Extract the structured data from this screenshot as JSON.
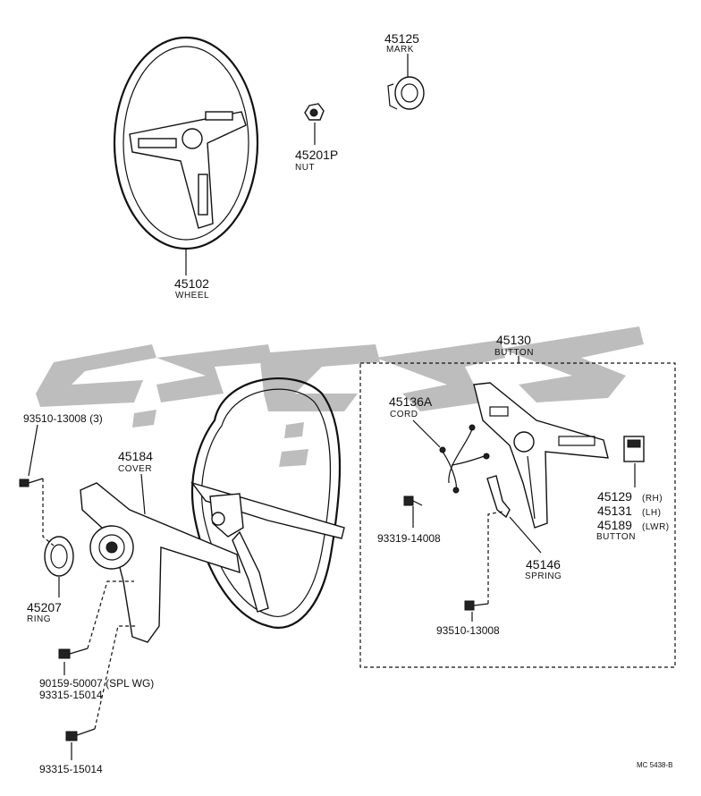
{
  "labels": {
    "p45125": "45125",
    "p45125_sub": "MARK",
    "p45201p": "45201P",
    "p45201p_sub": "NUT",
    "p45102": "45102",
    "p45102_sub": "WHEEL",
    "p45130": "45130",
    "p45130_sub": "BUTTON",
    "p45136a": "45136A",
    "p45136a_sub": "CORD",
    "p93510_3": "93510-13008 (3)",
    "p45184": "45184",
    "p45184_sub": "COVER",
    "p45129": "45129",
    "p45129_sub": "(RH)",
    "p45131": "45131",
    "p45131_sub": "(LH)",
    "p45189": "45189",
    "p45189_sub": "(LWR)",
    "p45189_sub2": "BUTTON",
    "p93319": "93319-14008",
    "p45146": "45146",
    "p45146_sub": "SPRING",
    "p45207": "45207",
    "p45207_sub": "RING",
    "p93510_b": "93510-13008",
    "p90159": "90159-50007 (SPL WG)",
    "p93315_a": "93315-15014",
    "p93315_b": "93315-15014",
    "code": "MC 5438-B"
  },
  "colors": {
    "ink": "#111111",
    "watermark": "#bdbdbd",
    "background": "#ffffff"
  }
}
